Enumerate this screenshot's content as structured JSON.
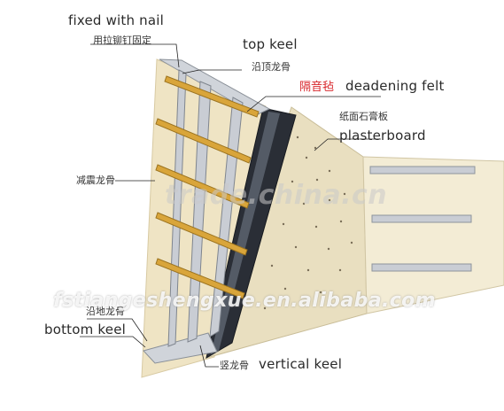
{
  "labels": {
    "fixed_with_nail": "fixed with nail",
    "fixed_with_nail_cn": "用拉铆钉固定",
    "top_keel": "top keel",
    "top_keel_cn": "沿顶龙骨",
    "deadening_felt_cn": "隔音毡",
    "deadening_felt": "deadening felt",
    "plasterboard_cn": "纸面石膏板",
    "plasterboard": "plasterboard",
    "damping_keel_cn": "减震龙骨",
    "floor_keel_cn": "沿地龙骨",
    "bottom_keel": "bottom keel",
    "vertical_keel_cn": "竖龙骨",
    "vertical_keel": "vertical keel"
  },
  "watermarks": {
    "site": "trade.china.cn",
    "company": "fstiangeshengxue.en.alibaba.com"
  },
  "colors": {
    "wall_panel": "#efe4c4",
    "keel_steel": "#c9cdd4",
    "damping_keel": "#d9a53a",
    "felt": "#2a2e36",
    "accent_red": "#d8262b"
  }
}
